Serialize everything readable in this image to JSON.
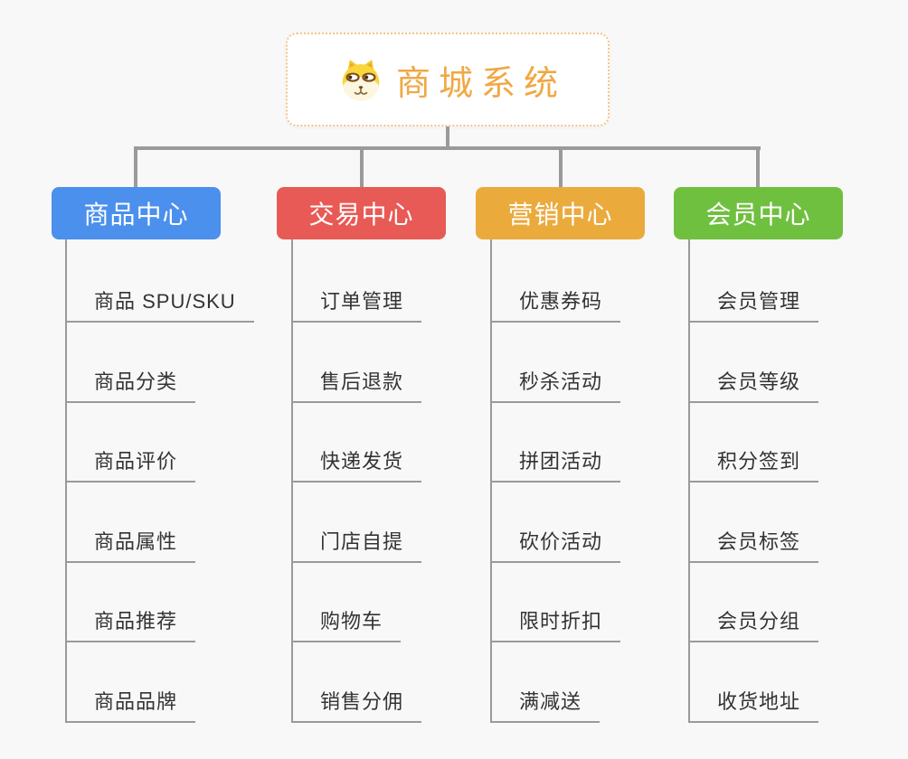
{
  "background": "#f8f8f8",
  "connector_color": "#9a9a9a",
  "root": {
    "title": "商城系统",
    "title_color": "#f0a843",
    "border_color": "#f2c689",
    "icon": "dog-icon"
  },
  "branches": [
    {
      "label": "商品中心",
      "color": "#4b90ec",
      "items": [
        "商品 SPU/SKU",
        "商品分类",
        "商品评价",
        "商品属性",
        "商品推荐",
        "商品品牌"
      ]
    },
    {
      "label": "交易中心",
      "color": "#e85a55",
      "items": [
        "订单管理",
        "售后退款",
        "快递发货",
        "门店自提",
        "购物车",
        "销售分佣"
      ]
    },
    {
      "label": "营销中心",
      "color": "#ebaa3c",
      "items": [
        "优惠券码",
        "秒杀活动",
        "拼团活动",
        "砍价活动",
        "限时折扣",
        "满减送"
      ]
    },
    {
      "label": "会员中心",
      "color": "#70c040",
      "items": [
        "会员管理",
        "会员等级",
        "积分签到",
        "会员标签",
        "会员分组",
        "收货地址"
      ]
    }
  ]
}
